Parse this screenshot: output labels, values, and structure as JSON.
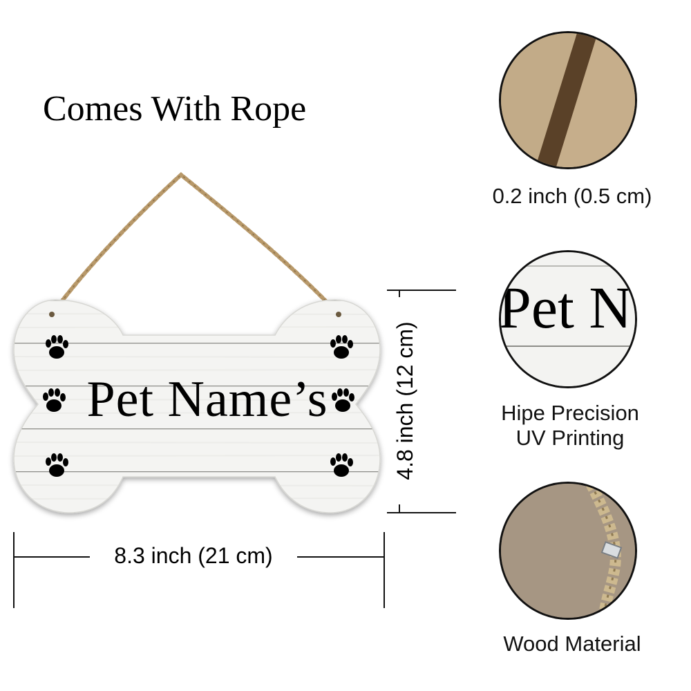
{
  "heading": "Comes With Rope",
  "sign": {
    "title": "Pet Name’s",
    "icon": "paw-print-icon",
    "board_color": "#f4f4f2",
    "rope_color": "#b8996a"
  },
  "dimensions": {
    "width_label": "8.3 inch (21 cm)",
    "height_label": "4.8 inch (12 cm)"
  },
  "details": [
    {
      "caption_line1": "0.2 inch (0.5 cm)",
      "caption_line2": ""
    },
    {
      "caption_line1": "Hipe Precision",
      "caption_line2": "UV Printing",
      "zoom_text": "Pet N"
    },
    {
      "caption_line1": "Wood Material",
      "caption_line2": ""
    }
  ]
}
